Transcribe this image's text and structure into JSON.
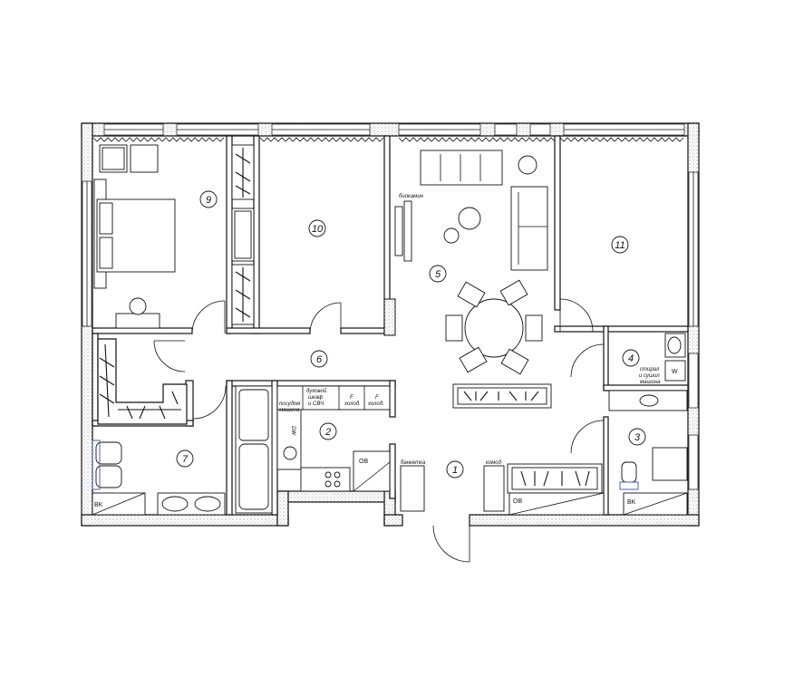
{
  "rooms": [
    {
      "id": "room-1",
      "number": "1"
    },
    {
      "id": "room-2",
      "number": "2"
    },
    {
      "id": "room-3",
      "number": "3"
    },
    {
      "id": "room-4",
      "number": "4"
    },
    {
      "id": "room-5",
      "number": "5"
    },
    {
      "id": "room-6",
      "number": "6"
    },
    {
      "id": "room-7",
      "number": "7"
    },
    {
      "id": "room-9",
      "number": "9"
    },
    {
      "id": "room-10",
      "number": "10"
    },
    {
      "id": "room-11",
      "number": "11"
    }
  ],
  "labels": {
    "biofireplace": "биокамин",
    "dishwasher_1": "посудом",
    "dishwasher_2": "машина",
    "dw": "DW",
    "oven_1": "духовой",
    "oven_2": "шкаф",
    "oven_3": "и СВЧ",
    "fridge1_1": "F",
    "fridge1_2": "холод.",
    "fridge2_1": "F",
    "fridge2_2": "холод.",
    "ov_kitchen": "OB",
    "ov_hall": "OB",
    "bench": "банкетка",
    "dresser": "комод",
    "washer_1": "стирал",
    "washer_2": "и сушил",
    "washer_3": "машина",
    "w": "W",
    "vk_left": "BK",
    "vk_right": "BK"
  }
}
